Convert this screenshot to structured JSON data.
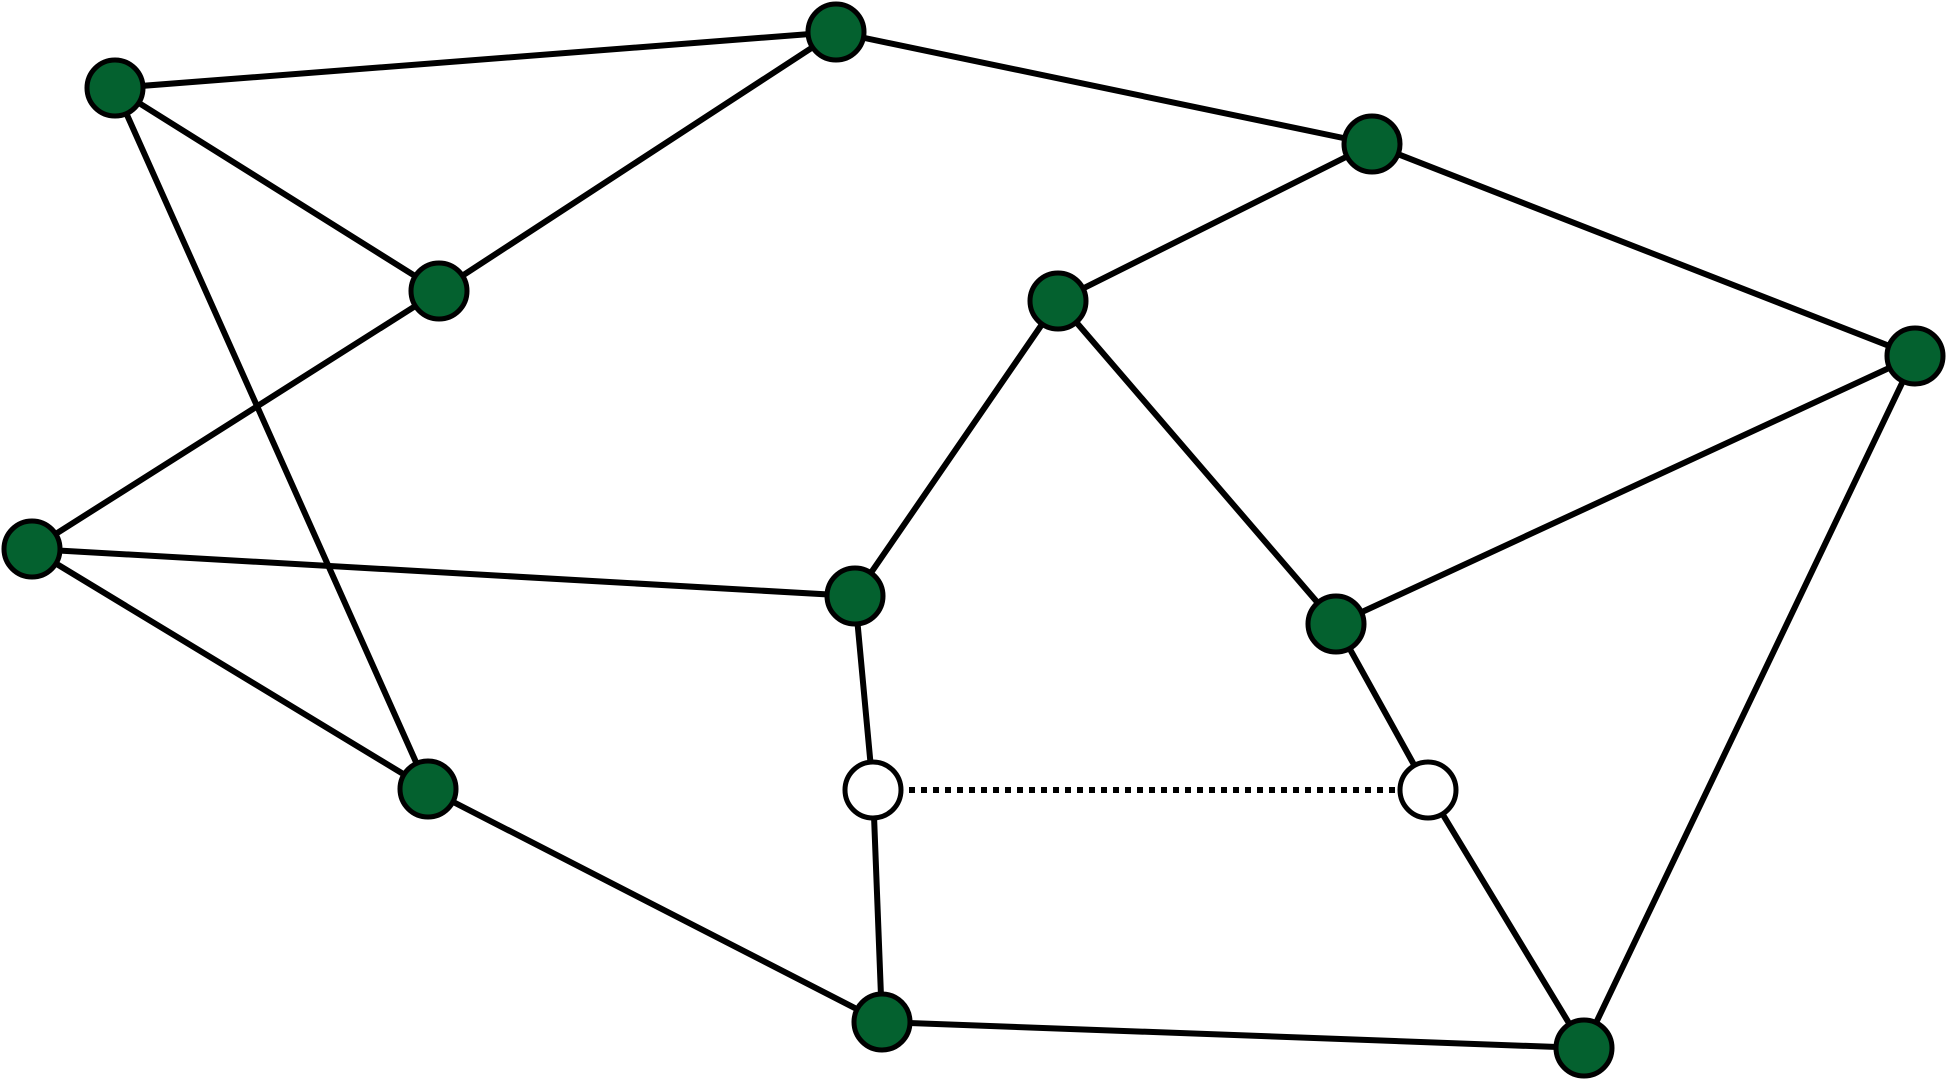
{
  "graph": {
    "colors": {
      "node_fill": "#04612f",
      "node_stroke": "#000000",
      "special_node_fill": "#ffffff",
      "edge": "#000000",
      "background": "#ffffff"
    },
    "nodes": [
      {
        "id": "a",
        "kind": "filled"
      },
      {
        "id": "b",
        "kind": "filled"
      },
      {
        "id": "c",
        "kind": "filled"
      },
      {
        "id": "d",
        "kind": "filled"
      },
      {
        "id": "e",
        "kind": "filled"
      },
      {
        "id": "f",
        "kind": "filled"
      },
      {
        "id": "g",
        "kind": "filled"
      },
      {
        "id": "h",
        "kind": "filled"
      },
      {
        "id": "i",
        "kind": "filled"
      },
      {
        "id": "j",
        "kind": "filled"
      },
      {
        "id": "k",
        "kind": "filled"
      },
      {
        "id": "l",
        "kind": "filled"
      },
      {
        "id": "m",
        "kind": "filled"
      },
      {
        "id": "w1",
        "kind": "open"
      },
      {
        "id": "w2",
        "kind": "open"
      }
    ],
    "edges": [
      {
        "from": "a",
        "to": "b",
        "style": "solid"
      },
      {
        "from": "a",
        "to": "c",
        "style": "solid"
      },
      {
        "from": "a",
        "to": "i",
        "style": "solid"
      },
      {
        "from": "b",
        "to": "c",
        "style": "solid"
      },
      {
        "from": "b",
        "to": "d",
        "style": "solid"
      },
      {
        "from": "c",
        "to": "g",
        "style": "solid"
      },
      {
        "from": "d",
        "to": "e",
        "style": "solid"
      },
      {
        "from": "d",
        "to": "f",
        "style": "solid"
      },
      {
        "from": "e",
        "to": "h",
        "style": "solid"
      },
      {
        "from": "e",
        "to": "j",
        "style": "solid"
      },
      {
        "from": "f",
        "to": "j",
        "style": "solid"
      },
      {
        "from": "f",
        "to": "m",
        "style": "solid"
      },
      {
        "from": "g",
        "to": "h",
        "style": "solid"
      },
      {
        "from": "g",
        "to": "i",
        "style": "solid"
      },
      {
        "from": "h",
        "to": "w1",
        "style": "solid"
      },
      {
        "from": "i",
        "to": "l",
        "style": "solid"
      },
      {
        "from": "w1",
        "to": "l",
        "style": "solid"
      },
      {
        "from": "l",
        "to": "m",
        "style": "solid"
      },
      {
        "from": "j",
        "to": "w2",
        "style": "solid"
      },
      {
        "from": "w2",
        "to": "m",
        "style": "solid"
      },
      {
        "from": "w1",
        "to": "w2",
        "style": "dotted"
      }
    ]
  }
}
